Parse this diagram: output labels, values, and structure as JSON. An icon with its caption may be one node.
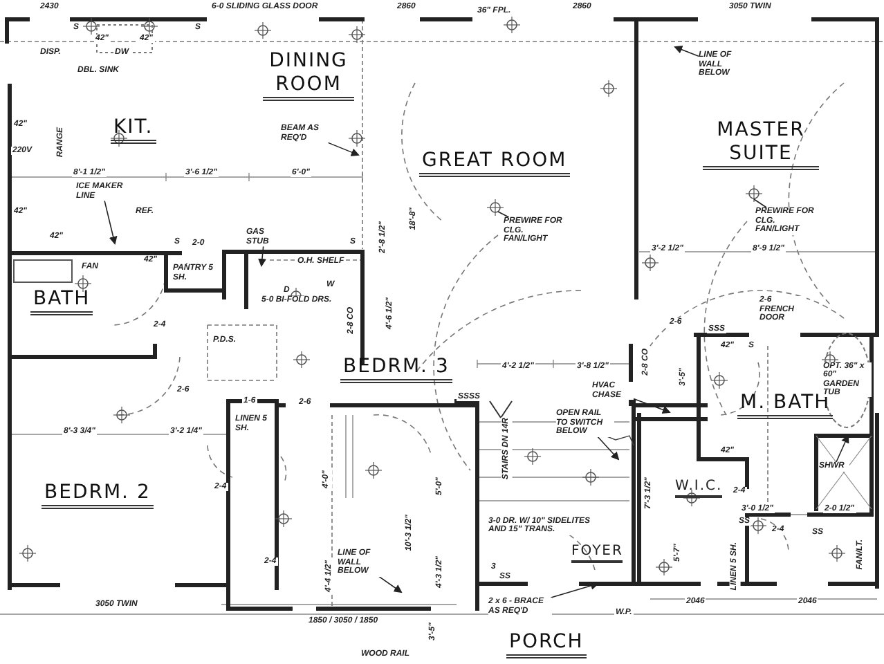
{
  "diagram": {
    "nodes": [
      {
        "text": [
          "BEAM AS REQ'D"
        ]
      },
      {
        "text": [
          "ICE MAKER LINE"
        ]
      },
      {
        "text": [
          "GAS STUB"
        ]
      },
      {
        "text": [
          "PREWIRE FOR CLG. FAN/LIGHT"
        ]
      },
      {
        "text": [
          "LINE OF WALL BELOW"
        ]
      },
      {
        "text": [
          "PREWIRE FOR CLG. FAN/LIGHT"
        ]
      },
      {
        "text": [
          "HVAC CHASE"
        ]
      },
      {
        "text": [
          "OPEN RAIL TO SWITCH BELOW"
        ]
      },
      {
        "text": [
          "LINE OF WALL BELOW"
        ]
      },
      {
        "text": [
          "2 x 6 - BRACE AS REQ'D"
        ]
      },
      {
        "text": [
          "SHWR"
        ]
      },
      {
        "text": [
          "PANTRY 5 SH."
        ]
      },
      {
        "text": [
          "2-6 FRENCH DOOR"
        ]
      },
      {
        "text": [
          "LINEN 5 SH."
        ]
      }
    ],
    "edges": [
      {
        "from": 0,
        "to": null,
        "arrow": "to"
      },
      {
        "from": 1,
        "to": null,
        "arrow": "to"
      },
      {
        "from": 2,
        "to": null,
        "arrow": "to"
      },
      {
        "from": 3,
        "to": null,
        "arrow": "none"
      },
      {
        "from": 4,
        "to": null,
        "arrow": "to"
      },
      {
        "from": 5,
        "to": null,
        "arrow": "none"
      },
      {
        "from": 6,
        "to": null,
        "arrow": "to"
      },
      {
        "from": 7,
        "to": null,
        "arrow": "to"
      },
      {
        "from": 8,
        "to": null,
        "arrow": "to"
      },
      {
        "from": 9,
        "to": null,
        "arrow": "to"
      },
      {
        "from": 10,
        "to": null,
        "arrow": "to"
      }
    ],
    "labels": [
      "2430",
      "6-0 SLIDING GLASS DOOR",
      "2860",
      "36\" FPL.",
      "2860",
      "3050 TWIN",
      "S",
      "S",
      "42\"",
      "42\"",
      "DISP.",
      "DW",
      "DBL. SINK",
      "DINING ROOM",
      "KIT.",
      "42\"",
      "220V",
      "RANGE",
      "8'-1 1/2\"",
      "3'-6 1/2\"",
      "6'-0\"",
      "42\"",
      "REF.",
      "42\"",
      "42\"",
      "S",
      "2-0",
      "S",
      "O.H. SHELF",
      "D",
      "W",
      "5-0 BI-FOLD DRS.",
      "2'-8 1/2\"",
      "18'-8\"",
      "FAN",
      "BATH",
      "2-4",
      "P.D.S.",
      "2-8 CO",
      "4'-6 1/2\"",
      "GREAT ROOM",
      "MASTER SUITE",
      "3'-2 1/2\"",
      "8'-9 1/2\"",
      "2-6",
      "SSS",
      "42\"",
      "S",
      "2-8 CO",
      "3'-5\"",
      "4'-2 1/2\"",
      "3'-8 1/2\"",
      "SSSS",
      "BEDRM. 3",
      "STAIRS DN 14R",
      "M. BATH",
      "OPT. 36\" x 60\" GARDEN TUB",
      "42\"",
      "7'-3 1/2\"",
      "W.I.C.",
      "2-4",
      "3'-0 1/2\"",
      "2-0 1/2\"",
      "SS",
      "SS",
      "2-4",
      "LINEN 5 SH.",
      "5'-7\"",
      "FAN/LT.",
      "3-0 DR. W/ 10\" SIDELITES AND 15\" TRANS.",
      "FOYER",
      "3",
      "SS",
      "W.P.",
      "2046",
      "2046",
      "PORCH",
      "2-6",
      "1-6",
      "2-6",
      "8'-3 3/4\"",
      "3'-2 1/4\"",
      "BEDRM. 2",
      "2-4",
      "2-4",
      "4'-0\"",
      "4'-4 1/2\"",
      "5'-0\"",
      "10'-3 1/2\"",
      "4'-3 1/2\"",
      "3050 TWIN",
      "1850 / 3050 / 1850",
      "3'-5\"",
      "WOOD RAIL"
    ]
  }
}
